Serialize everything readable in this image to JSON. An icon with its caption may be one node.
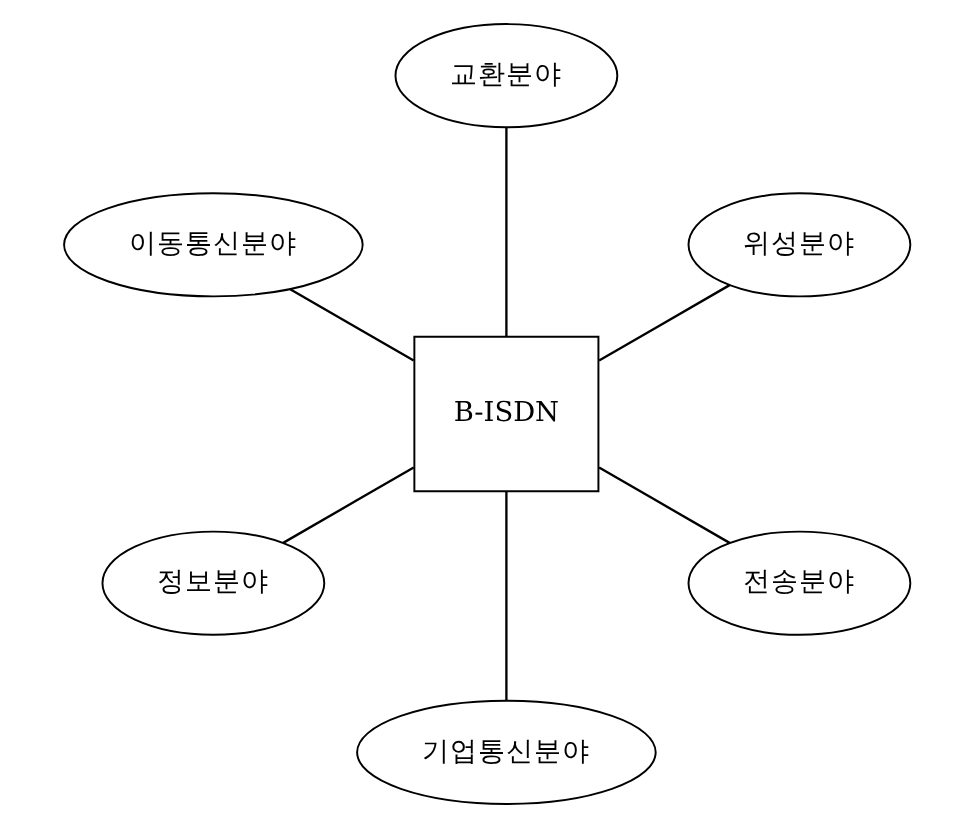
{
  "diagram": {
    "nodes": [
      {
        "text": [
          "위성분야"
        ]
      },
      {
        "text": [
          "교환분야"
        ]
      },
      {
        "text": [
          "이동통신분야"
        ]
      },
      {
        "text": [
          "B-ISDN"
        ]
      },
      {
        "text": [
          "정보분야"
        ]
      },
      {
        "text": [
          "기업통신분야"
        ]
      },
      {
        "text": [
          "전송분야"
        ]
      }
    ],
    "edges": [
      {
        "from": 3,
        "to": 0,
        "arrow": "none"
      },
      {
        "from": 3,
        "to": 1,
        "arrow": "none"
      },
      {
        "from": 3,
        "to": 2,
        "arrow": "none"
      },
      {
        "from": 3,
        "to": 4,
        "arrow": "none"
      },
      {
        "from": 3,
        "to": 5,
        "arrow": "none"
      },
      {
        "from": 3,
        "to": 6,
        "arrow": "none"
      }
    ]
  }
}
